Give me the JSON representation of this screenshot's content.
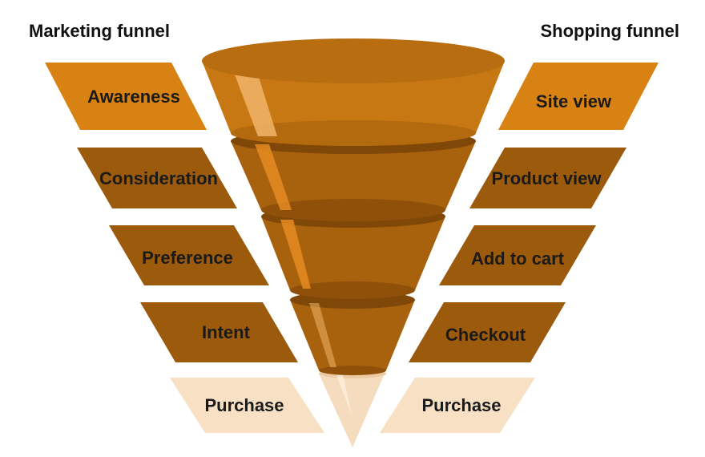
{
  "headings": {
    "left": "Marketing funnel",
    "right": "Shopping funnel"
  },
  "marketing_funnel": [
    "Awareness",
    "Consideration",
    "Preference",
    "Intent",
    "Purchase"
  ],
  "shopping_funnel": [
    "Site view",
    "Product view",
    "Add to cart",
    "Checkout",
    "Purchase"
  ],
  "colors": {
    "band_light": "#d88213",
    "band_mid": "#9b5a0c",
    "band_final": "#f7e0c4",
    "funnel_rim": "#b86e10",
    "funnel_body": "#c77812",
    "funnel_mid": "#a8610c",
    "funnel_ring": "#7f4708",
    "highlight": "#f0b56a",
    "tip": "#f6dcbf"
  }
}
